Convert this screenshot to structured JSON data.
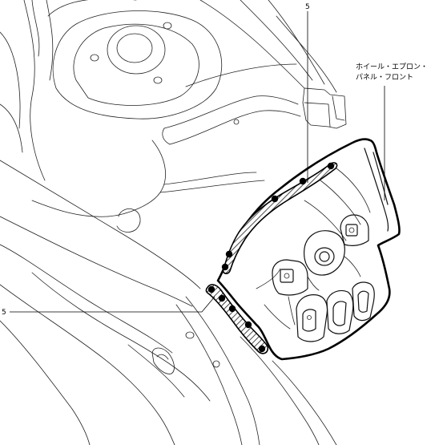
{
  "callouts": {
    "part_number_upper": "5",
    "part_number_lower": "5",
    "panel_label_line1": "ホイール・エプロン・",
    "panel_label_line2": "パネル・フロント"
  }
}
